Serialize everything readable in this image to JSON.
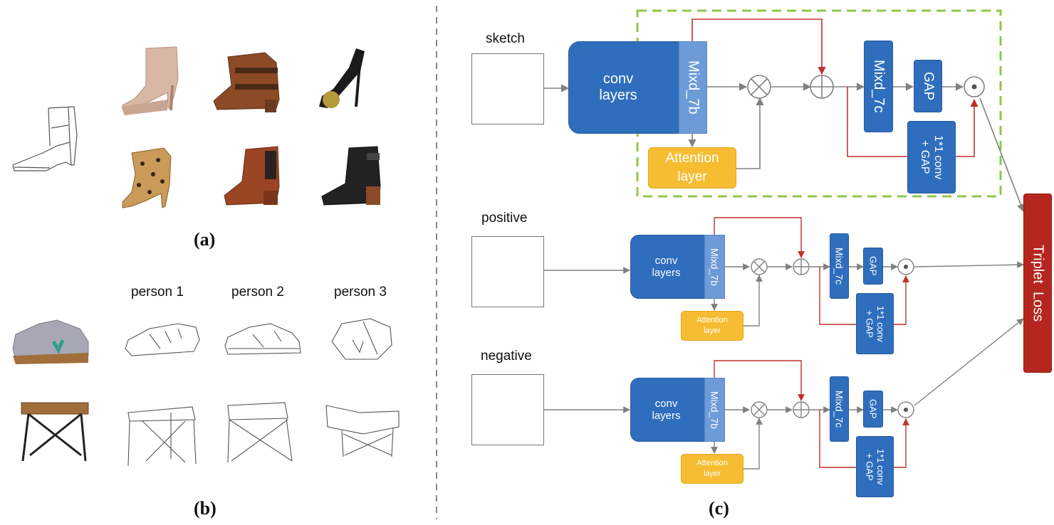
{
  "panel_a": {
    "caption": "(a)"
  },
  "panel_b": {
    "caption": "(b)",
    "persons": [
      "person 1",
      "person 2",
      "person 3"
    ]
  },
  "panel_c": {
    "caption": "(c)",
    "rows": [
      {
        "input_label": "sketch",
        "conv": "conv\nlayers",
        "mixd7b": "Mixd_7b",
        "attention": "Attention\nlayer",
        "mixd7c": "Mixd_7c",
        "gap": "GAP",
        "conv11": "1*1 conv\n+ GAP"
      },
      {
        "input_label": "positive",
        "conv": "conv\nlayers",
        "mixd7b": "Mixd_7b",
        "attention": "Attention\nlayer",
        "mixd7c": "Mixd_7c",
        "gap": "GAP",
        "conv11": "1*1 conv\n+ GAP"
      },
      {
        "input_label": "negative",
        "conv": "conv\nlayers",
        "mixd7b": "Mixd_7b",
        "attention": "Attention\nlayer",
        "mixd7c": "Mixd_7c",
        "gap": "GAP",
        "conv11": "1*1 conv\n+ GAP"
      }
    ],
    "loss_label": "Triplet  Loss"
  },
  "colors": {
    "conv_blue": "#2f6ebd",
    "mixd_light_blue": "#6d9bd8",
    "attention_orange": "#f6bd33",
    "shortcut_red": "#c0312b",
    "loss_red": "#b5261e",
    "frame_green": "#92c64a",
    "arrow_gray": "#808080"
  }
}
